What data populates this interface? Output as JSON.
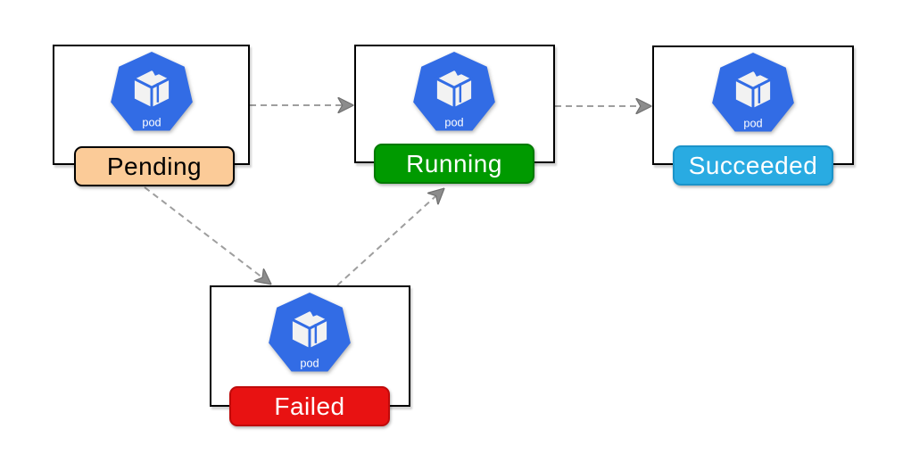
{
  "diagram": {
    "type": "state-diagram",
    "subject": "Kubernetes pod lifecycle",
    "nodes": [
      {
        "id": "pending",
        "label": "Pending",
        "icon": "kubernetes-pod-icon",
        "icon_label": "pod",
        "badge_bg": "#FBCB98",
        "badge_border": "#000000",
        "badge_text_color": "#000000"
      },
      {
        "id": "running",
        "label": "Running",
        "icon": "kubernetes-pod-icon",
        "icon_label": "pod",
        "badge_bg": "#009A00",
        "badge_border": "#007A00",
        "badge_text_color": "#FFFFFF"
      },
      {
        "id": "succeeded",
        "label": "Succeeded",
        "icon": "kubernetes-pod-icon",
        "icon_label": "pod",
        "badge_bg": "#29ABE2",
        "badge_border": "#1B93C9",
        "badge_text_color": "#FFFFFF"
      },
      {
        "id": "failed",
        "label": "Failed",
        "icon": "kubernetes-pod-icon",
        "icon_label": "pod",
        "badge_bg": "#E81212",
        "badge_border": "#C00A0A",
        "badge_text_color": "#FFFFFF"
      }
    ],
    "edges": [
      {
        "from": "Pending",
        "to": "Running",
        "style": "dashed-arrow"
      },
      {
        "from": "Running",
        "to": "Succeeded",
        "style": "dashed-arrow"
      },
      {
        "from": "Pending",
        "to": "Failed",
        "style": "dashed-arrow"
      },
      {
        "from": "Failed",
        "to": "Running",
        "style": "dashed-arrow"
      }
    ],
    "colors": {
      "pod_icon_blue": "#326CE5",
      "pod_cube_fill": "#F2F2F2",
      "box_border": "#000000",
      "connector_gray": "#9E9E9E",
      "background": "#FFFFFF"
    }
  }
}
